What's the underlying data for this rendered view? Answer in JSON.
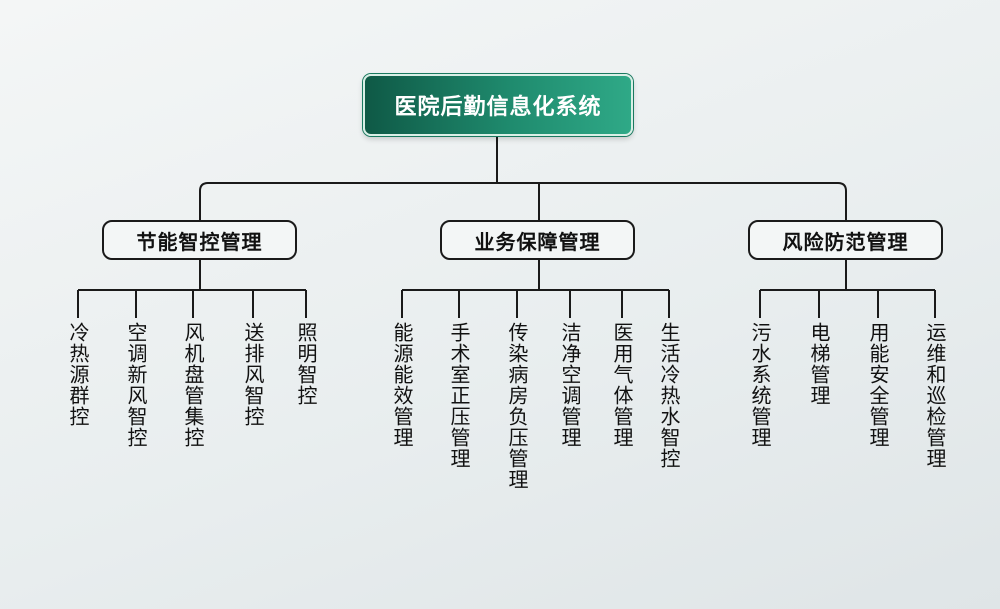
{
  "root": {
    "label": "医院后勤信息化系统"
  },
  "categories": [
    {
      "label": "节能智控管理",
      "items": [
        "冷热源群控",
        "空调新风智控",
        "风机盘管集控",
        "送排风智控",
        "照明智控"
      ]
    },
    {
      "label": "业务保障管理",
      "items": [
        "能源能效管理",
        "手术室正压管理",
        "传染病房负压管理",
        "洁净空调管理",
        "医用气体管理",
        "生活冷热水智控"
      ]
    },
    {
      "label": "风险防范管理",
      "items": [
        "污水系统管理",
        "电梯管理",
        "用能安全管理",
        "运维和巡检管理"
      ]
    }
  ],
  "colors": {
    "root_gradient_start": "#0f5946",
    "root_gradient_end": "#2fa987",
    "line": "#1a1a1a"
  }
}
